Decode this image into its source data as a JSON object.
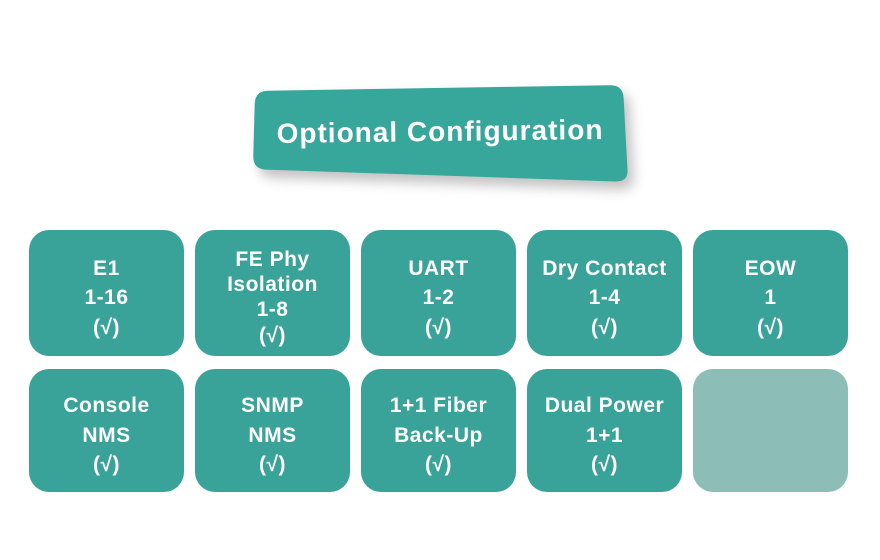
{
  "banner": {
    "label": "Optional Configuration",
    "fill": "#37a69b",
    "text_color": "#ffffff"
  },
  "colors": {
    "card": "#3aa399",
    "card_empty": "#8cbeb7",
    "card_text": "#ffffff",
    "background": "#ffffff"
  },
  "cards": [
    {
      "name": "e1",
      "lines": [
        "E1",
        "1-16"
      ],
      "check": "(√)",
      "variant": "filled"
    },
    {
      "name": "fe-phy-isolation",
      "lines": [
        "FE Phy",
        "Isolation",
        "1-8"
      ],
      "check": "(√)",
      "variant": "filled"
    },
    {
      "name": "uart",
      "lines": [
        "UART",
        "1-2"
      ],
      "check": "(√)",
      "variant": "filled"
    },
    {
      "name": "dry-contact",
      "lines": [
        "Dry Contact",
        "1-4"
      ],
      "check": "(√)",
      "variant": "filled"
    },
    {
      "name": "eow",
      "lines": [
        "EOW",
        "1"
      ],
      "check": "(√)",
      "variant": "filled"
    },
    {
      "name": "console-nms",
      "lines": [
        "Console",
        "NMS"
      ],
      "check": "(√)",
      "variant": "filled"
    },
    {
      "name": "snmp-nms",
      "lines": [
        "SNMP",
        "NMS"
      ],
      "check": "(√)",
      "variant": "filled"
    },
    {
      "name": "fiber-backup",
      "lines": [
        "1+1 Fiber",
        "Back-Up"
      ],
      "check": "(√)",
      "variant": "filled"
    },
    {
      "name": "dual-power",
      "lines": [
        "Dual Power",
        "1+1"
      ],
      "check": "(√)",
      "variant": "filled"
    },
    {
      "name": "empty-slot",
      "lines": [],
      "check": "",
      "variant": "empty"
    }
  ]
}
